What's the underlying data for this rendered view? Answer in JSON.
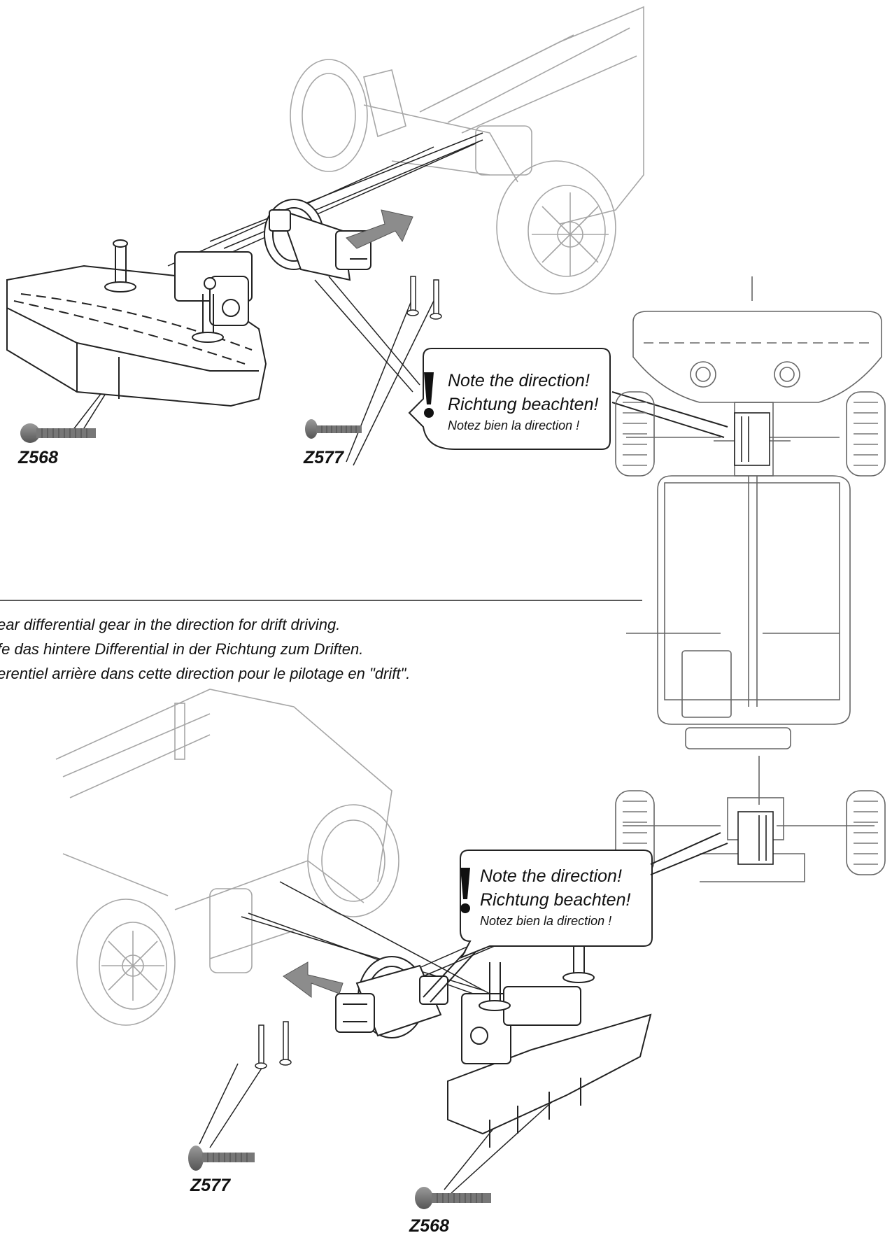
{
  "instructions": [
    "ear differential gear in the direction for drift driving.",
    "fe das hintere Differential in der Richtung zum Driften.",
    "erentiel arrière dans cette direction pour le pilotage en \"drift\"."
  ],
  "notes": {
    "front": [
      "Note the direction!",
      "Richtung beachten!",
      "Notez bien la direction !"
    ],
    "rear": [
      "Note the direction!",
      "Richtung beachten!",
      "Notez bien la direction !"
    ]
  },
  "parts": {
    "top_left_screw": "Z568",
    "top_mid_screw": "Z577",
    "bottom_left_screw": "Z577",
    "bottom_right_screw": "Z568"
  },
  "colors": {
    "line": "#222222",
    "light_line": "#9a9a9a",
    "arrow": "#8c8c8c",
    "screw": "#7a7a7a"
  },
  "icons": [
    "exclamation-icon",
    "screw-icon",
    "insertion-arrow-icon"
  ]
}
